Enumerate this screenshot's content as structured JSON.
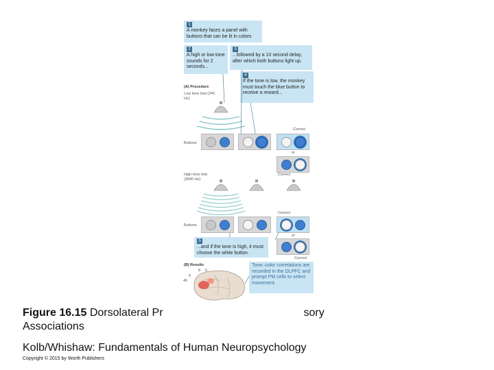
{
  "figure": {
    "step1": {
      "num": "1",
      "text": "A monkey faces a panel with buttons that can be lit in colors"
    },
    "step2": {
      "num": "2",
      "text": "A high or low tone sounds for 2 seconds..."
    },
    "step3": {
      "num": "3",
      "text": "...followed by a 10 second delay, after which both buttons light up."
    },
    "step4": {
      "num": "4",
      "text": "If the tone is low, the monkey must touch the blue button to receive a reward..."
    },
    "step5": {
      "num": "5",
      "text": "...and if the tone is high, it must choose the white button."
    },
    "procedure_label": "(A)  Procedure",
    "low_tone_label": "Low tone trial (240 Hz)",
    "high_tone_label": "High tone trial (3000 Hz)",
    "buttons_label": "Buttons",
    "correct_label": "Correct",
    "or_label": "or",
    "results_label": "(B)  Results",
    "area_labels": [
      "8",
      "6",
      "9",
      "46"
    ],
    "results_text": "Tone–color correlations are recorded in the DLPFC and prompt PM cells to select movement.",
    "colors": {
      "callout": "#c9e5f4",
      "badge": "#3f6f8e",
      "blue_button": "#3f7fd0",
      "brain": "#e8ddd0"
    }
  },
  "caption": {
    "fig_num": "Figure 16.15",
    "title": "  Dorsolateral Pr",
    "title_end": "sory",
    "line2": "Associations"
  },
  "credit": "Kolb/Whishaw: Fundamentals of Human Neuropsychology",
  "copyright": "Copyright © 2015 by Worth Publishers"
}
